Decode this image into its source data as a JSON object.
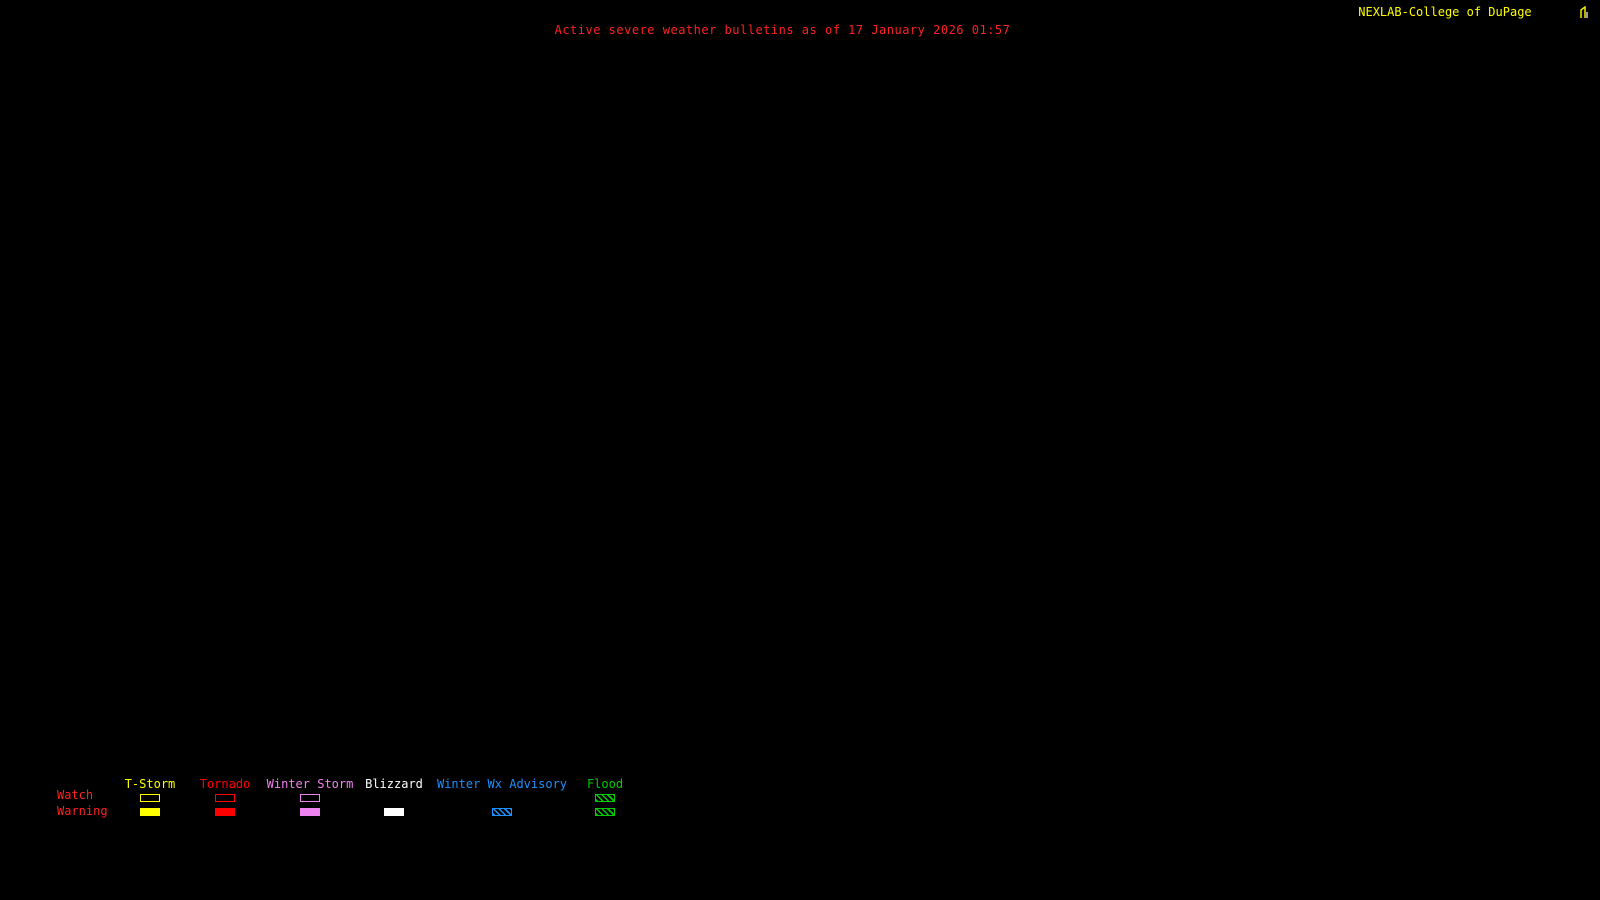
{
  "header": {
    "title": "Active severe weather bulletins as of 17 January 2026 01:57",
    "brand": "NEXLAB-College of DuPage"
  },
  "colors": {
    "background": "#000000",
    "title": "#ff2222",
    "brand": "#ffff00",
    "row_label": "#ff2222"
  },
  "legend": {
    "rows": [
      {
        "label": "Watch"
      },
      {
        "label": "Warning"
      }
    ],
    "columns": [
      {
        "label": "T-Storm",
        "color": "#ffff00",
        "watch_style": "outline",
        "warning_style": "solid"
      },
      {
        "label": "Tornado",
        "color": "#ff0000",
        "watch_style": "outline",
        "warning_style": "solid"
      },
      {
        "label": "Winter Storm",
        "color": "#ee82ee",
        "watch_style": "outline",
        "warning_style": "solid"
      },
      {
        "label": "Blizzard",
        "color": "#ffffff",
        "watch_style": "none",
        "warning_style": "solid"
      },
      {
        "label": "Winter Wx Advisory",
        "color": "#1e90ff",
        "watch_style": "none",
        "warning_style": "hatch"
      },
      {
        "label": "Flood",
        "color": "#00cc00",
        "watch_style": "hatch",
        "warning_style": "hatch"
      }
    ]
  },
  "icons": {
    "logo": "cod-logo"
  }
}
